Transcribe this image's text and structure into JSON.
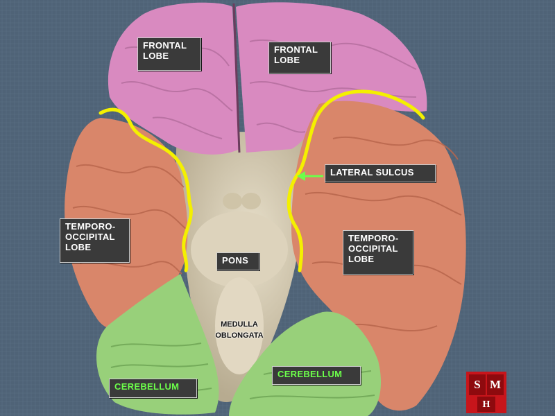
{
  "labels": {
    "frontal_left": "FRONTAL\nLOBE",
    "frontal_right": "FRONTAL\nLOBE",
    "lateral_sulcus": "LATERAL SULCUS",
    "temporo_left": "TEMPORO-\nOCCIPITAL\nLOBE",
    "temporo_right": "TEMPORO-\nOCCIPITAL\nLOBE",
    "pons": "PONS",
    "medulla": "MEDULLA\nOBLONGATA",
    "cerebellum_left": "CEREBELLUM",
    "cerebellum_right": "CEREBELLUM"
  },
  "logo": {
    "letters": [
      "S",
      "M",
      "H"
    ],
    "color": "#c8151b"
  },
  "colors": {
    "background": "#4f6377",
    "frontal": "#d98ac0",
    "temporal": "#d9866a",
    "cerebellum": "#98d07a",
    "brainstem": "#d6cdb6",
    "sulcus_line": "#f4f000",
    "label_green": "#6cff4a"
  }
}
